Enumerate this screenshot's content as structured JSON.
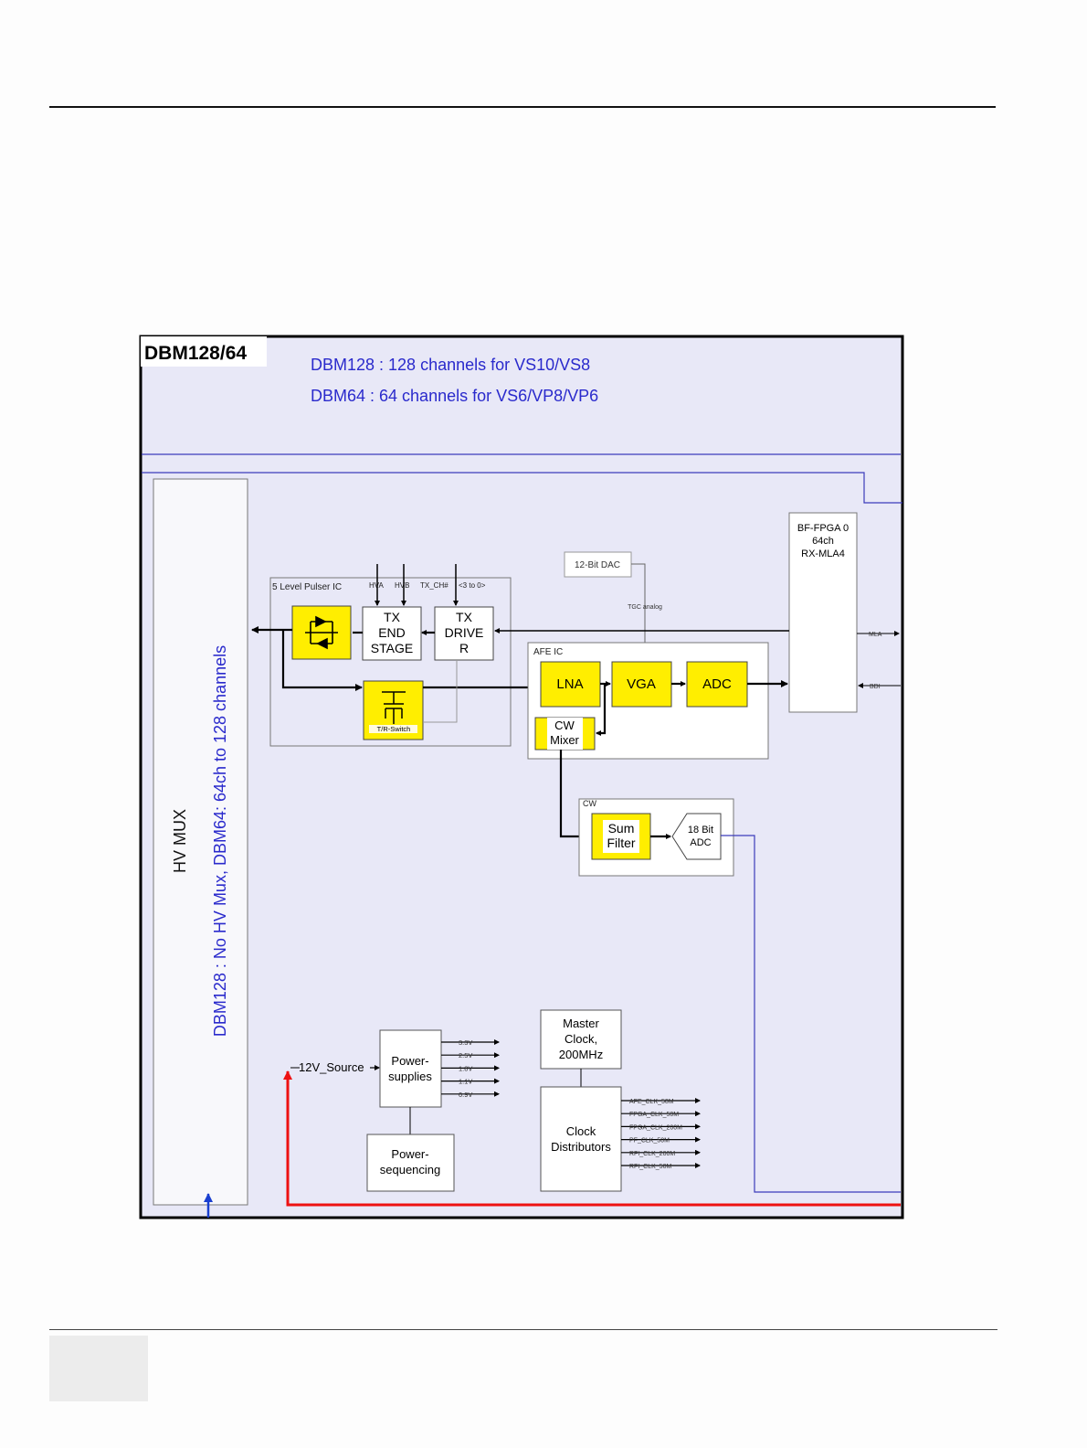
{
  "diagram": {
    "title": "DBM128/64",
    "header_lines": [
      "DBM128 : 128 channels for VS10/VS8",
      "DBM64 : 64 channels for VS6/VP8/VP6"
    ],
    "hv_mux": {
      "label": "HV MUX",
      "note": "DBM128 : No HV Mux, DBM64: 64ch to 128 channels"
    },
    "pulser": {
      "title": "5 Level Pulser IC",
      "inputs": [
        "HVA",
        "HVB",
        "TX_CH#",
        "<3 to 0>"
      ],
      "tx_end_stage": [
        "TX",
        "END",
        "STAGE"
      ],
      "tx_driver": [
        "TX",
        "DRIVE",
        "R"
      ],
      "tr_switch": "T/R-Switch"
    },
    "dac": {
      "label": "12-Bit DAC",
      "tgc": "TGC analog"
    },
    "afe": {
      "title": "AFE IC",
      "lna": "LNA",
      "vga": "VGA",
      "adc": "ADC",
      "cw_mixer": [
        "CW",
        "Mixer"
      ]
    },
    "bf_fpga": {
      "lines": [
        "BF-FPGA 0",
        "64ch",
        "RX-MLA4"
      ],
      "mla": "MLA",
      "bdi": "BDI"
    },
    "cw": {
      "title": "CW",
      "sum_filter": [
        "Sum",
        "Filter"
      ],
      "adc18": [
        "18 Bit",
        "ADC"
      ]
    },
    "power": {
      "source": "12V_Source",
      "supplies": [
        "Power-",
        "supplies"
      ],
      "sequencing": [
        "Power-",
        "sequencing"
      ],
      "rails": [
        "3.3V",
        "2.5V",
        "1.8V",
        "1.1V",
        "0.9V"
      ]
    },
    "clock": {
      "master": [
        "Master",
        "Clock,",
        "200MHz"
      ],
      "distributors": [
        "Clock",
        "Distributors"
      ],
      "outputs": [
        "AFE_CLK_50M",
        "FPGA_CLK_50M",
        "FPGA_CLK_200M",
        "PF_CLK_50M",
        "RFI_CLK_200M",
        "RFI_CLK_50M"
      ]
    }
  }
}
